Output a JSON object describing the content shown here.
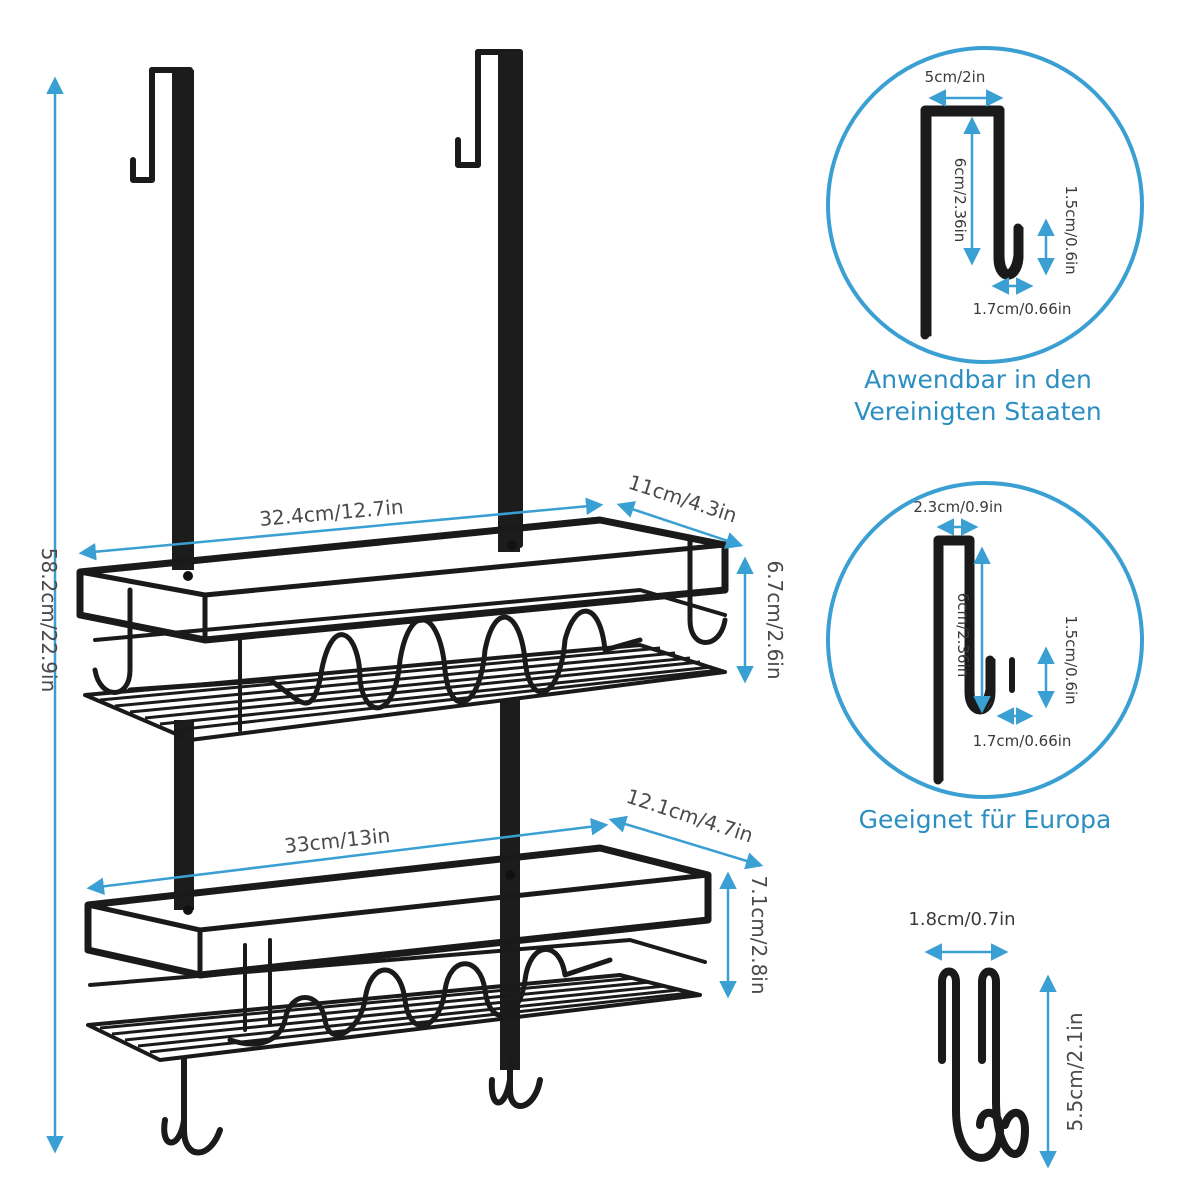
{
  "rack": {
    "total_height": "58.2cm/22.9in",
    "top_basket": {
      "width": "32.4cm/12.7in",
      "depth": "11cm/4.3in",
      "height": "6.7cm/2.6in"
    },
    "bottom_basket": {
      "width": "33cm/13in",
      "depth": "12.1cm/4.7in",
      "height": "7.1cm/2.8in"
    }
  },
  "us_hook": {
    "width": "5cm/2in",
    "height": "6cm/2.36in",
    "lip_height": "1.5cm/0.6in",
    "lip_width": "1.7cm/0.66in",
    "caption_line1": "Anwendbar in den",
    "caption_line2": "Vereinigten Staaten"
  },
  "eu_hook": {
    "width": "2.3cm/0.9in",
    "height": "6cm/2.36in",
    "lip_height": "1.5cm/0.6in",
    "lip_width": "1.7cm/0.66in",
    "caption": "Geeignet für Europa"
  },
  "s_hook": {
    "width": "1.8cm/0.7in",
    "height": "5.5cm/2.1in"
  },
  "colors": {
    "accent": "#3a9fd2",
    "caption": "#2c8fc2",
    "metal": "#1a1a1a"
  }
}
